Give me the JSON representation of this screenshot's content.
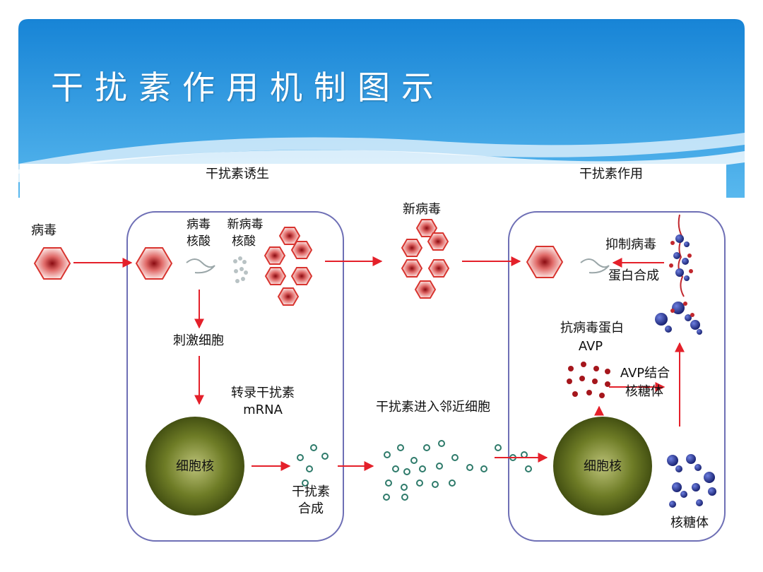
{
  "slide": {
    "title": "干扰素作用机制图示"
  },
  "diagram": {
    "section_induction": "干扰素诱生",
    "section_action": "干扰素作用",
    "virus": "病毒",
    "viral_nucleic_acid": [
      "病毒",
      "核酸"
    ],
    "new_viral_nucleic_acid": [
      "新病毒",
      "核酸"
    ],
    "new_virus": "新病毒",
    "stimulate_cell": "刺激细胞",
    "transcribe_mrna": [
      "转录干扰素",
      "mRNA"
    ],
    "nucleus": "细胞核",
    "ifn_synthesis": [
      "干扰素",
      "合成"
    ],
    "ifn_enters_neighbor": "干扰素进入邻近细胞",
    "inhibit_viral_protein": [
      "抑制病毒",
      "蛋白合成"
    ],
    "antiviral_protein": [
      "抗病毒蛋白",
      "AVP"
    ],
    "avp_binds_ribosome": [
      "AVP结合",
      "核糖体"
    ],
    "ribosome": "核糖体"
  },
  "colors": {
    "banner_blue": "#1a8fd9",
    "cell_border": "#6e6fb5",
    "arrow_red": "#e4202a",
    "virus_red": "#d8342f",
    "nucleus_olive": "#5b6b1e",
    "ribosome_navy": "#1c2a8a"
  }
}
